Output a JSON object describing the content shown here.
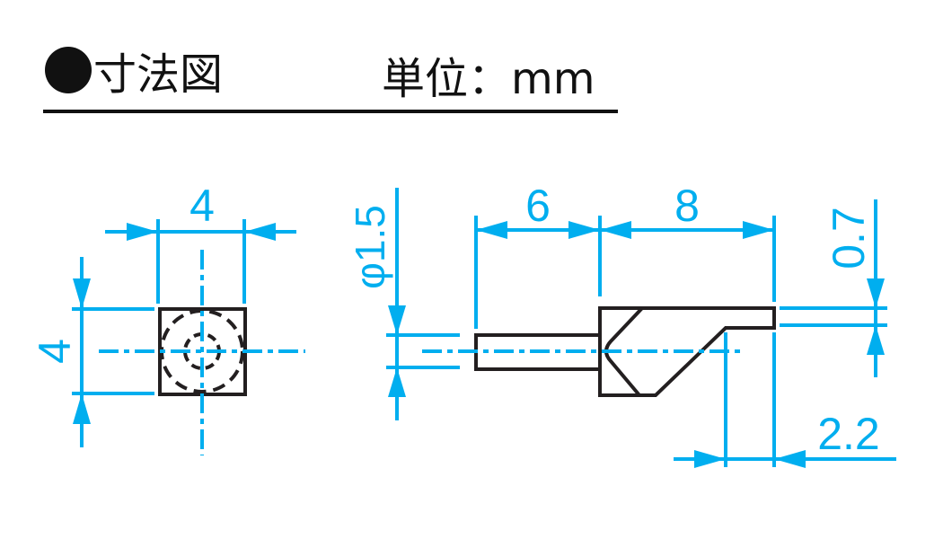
{
  "header": {
    "title": "寸法図",
    "unit_label": "単位：mm"
  },
  "front_view": {
    "width_dim": "4",
    "height_dim": "4"
  },
  "side_view": {
    "diameter_dim": "φ1.5",
    "pin_length_dim": "6",
    "body_length_dim": "8",
    "tab_thickness_dim": "0.7",
    "tab_length_dim": "2.2"
  },
  "colors": {
    "dimension": "#00aeef",
    "outline": "#231f20"
  }
}
